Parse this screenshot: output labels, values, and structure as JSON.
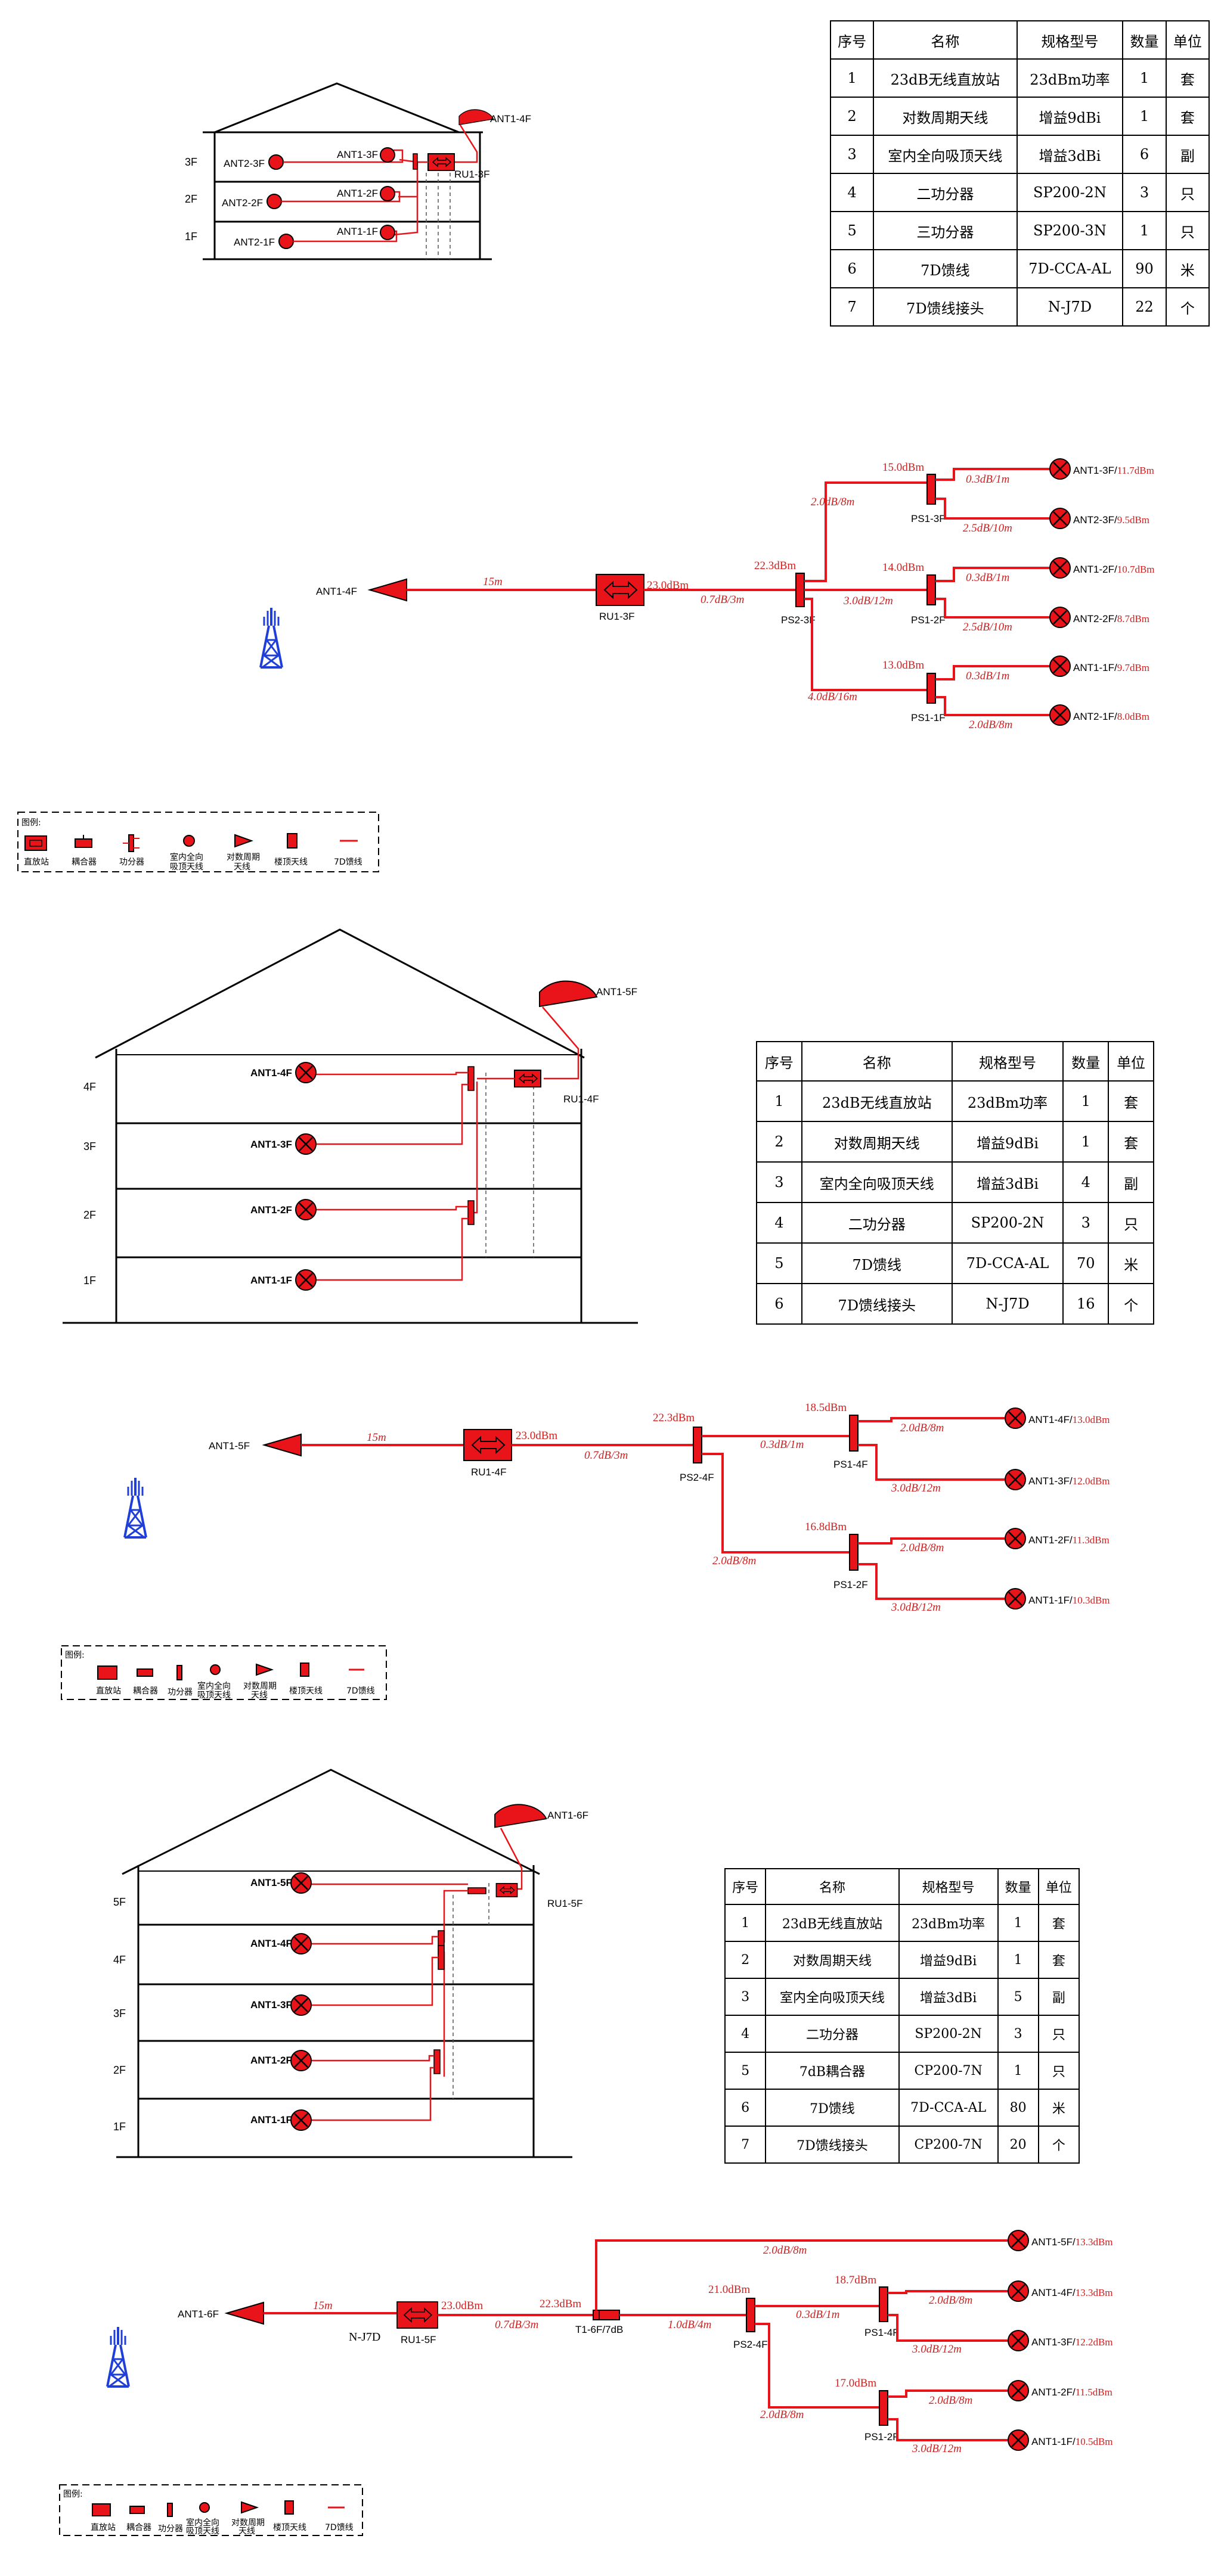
{
  "table_header": [
    "序号",
    "名称",
    "规格型号",
    "数量",
    "单位"
  ],
  "tables": [
    [
      [
        "1",
        "23dB无线直放站",
        "23dBm功率",
        "1",
        "套"
      ],
      [
        "2",
        "对数周期天线",
        "增益9dBi",
        "1",
        "套"
      ],
      [
        "3",
        "室内全向吸顶天线",
        "增益3dBi",
        "6",
        "副"
      ],
      [
        "4",
        "二功分器",
        "SP200-2N",
        "3",
        "只"
      ],
      [
        "5",
        "三功分器",
        "SP200-3N",
        "1",
        "只"
      ],
      [
        "6",
        "7D馈线",
        "7D-CCA-AL",
        "90",
        "米"
      ],
      [
        "7",
        "7D馈线接头",
        "N-J7D",
        "22",
        "个"
      ]
    ],
    [
      [
        "1",
        "23dB无线直放站",
        "23dBm功率",
        "1",
        "套"
      ],
      [
        "2",
        "对数周期天线",
        "增益9dBi",
        "1",
        "套"
      ],
      [
        "3",
        "室内全向吸顶天线",
        "增益3dBi",
        "4",
        "副"
      ],
      [
        "4",
        "二功分器",
        "SP200-2N",
        "3",
        "只"
      ],
      [
        "5",
        "7D馈线",
        "7D-CCA-AL",
        "70",
        "米"
      ],
      [
        "6",
        "7D馈线接头",
        "N-J7D",
        "16",
        "个"
      ]
    ],
    [
      [
        "1",
        "23dB无线直放站",
        "23dBm功率",
        "1",
        "套"
      ],
      [
        "2",
        "对数周期天线",
        "增益9dBi",
        "1",
        "套"
      ],
      [
        "3",
        "室内全向吸顶天线",
        "增益3dBi",
        "5",
        "副"
      ],
      [
        "4",
        "二功分器",
        "SP200-2N",
        "3",
        "只"
      ],
      [
        "5",
        "7dB耦合器",
        "CP200-7N",
        "1",
        "只"
      ],
      [
        "6",
        "7D馈线",
        "7D-CCA-AL",
        "80",
        "米"
      ],
      [
        "7",
        "7D馈线接头",
        "CP200-7N",
        "20",
        "个"
      ]
    ]
  ],
  "legend": {
    "title": "图例:",
    "items": [
      "直放站",
      "耦合器",
      "功分器",
      "室内全向",
      "吸顶天线",
      "对数周期",
      "天线",
      "楼顶天线",
      "7D馈线"
    ]
  },
  "floors": {
    "f1": "1F",
    "f2": "2F",
    "f3": "3F",
    "f4": "4F",
    "f5": "5F"
  },
  "d1": {
    "roof_ant": "ANT1-4F",
    "ru": "RU1-3F",
    "ant_3f_a": "ANT2-3F",
    "ant_3f_b": "ANT1-3F",
    "ant_2f_a": "ANT2-2F",
    "ant_2f_b": "ANT1-2F",
    "ant_1f_a": "ANT2-1F",
    "ant_1f_b": "ANT1-1F"
  },
  "s1": {
    "donor": "ANT1-4F",
    "cable1": "15m",
    "ru": "RU1-3F",
    "ru_out": "23.0dBm",
    "l_ru_ps": "0.7dB/3m",
    "ps_main": "PS2-3F",
    "ps_main_in": "22.3dBm",
    "l_up": "2.0dB/8m",
    "l_mid": "3.0dB/12m",
    "l_dn": "4.0dB/16m",
    "ps_3f": "PS1-3F",
    "in_3f": "15.0dBm",
    "ps_2f": "PS1-2F",
    "in_2f": "14.0dBm",
    "ps_1f": "PS1-1F",
    "in_1f": "13.0dBm",
    "b1_loss": "0.3dB/1m",
    "b1_ant": "ANT1-3F/",
    "b1_pw": "11.7dBm",
    "b2_loss": "2.5dB/10m",
    "b2_ant": "ANT2-3F/",
    "b2_pw": "9.5dBm",
    "b3_loss": "0.3dB/1m",
    "b3_ant": "ANT1-2F/",
    "b3_pw": "10.7dBm",
    "b4_loss": "2.5dB/10m",
    "b4_ant": "ANT2-2F/",
    "b4_pw": "8.7dBm",
    "b5_loss": "0.3dB/1m",
    "b5_ant": "ANT1-1F/",
    "b5_pw": "9.7dBm",
    "b6_loss": "2.0dB/8m",
    "b6_ant": "ANT2-1F/",
    "b6_pw": "8.0dBm"
  },
  "d2": {
    "roof_ant": "ANT1-5F",
    "ru": "RU1-4F",
    "a4": "ANT1-4F",
    "a3": "ANT1-3F",
    "a2": "ANT1-2F",
    "a1": "ANT1-1F"
  },
  "s2": {
    "donor": "ANT1-5F",
    "cable1": "15m",
    "ru": "RU1-4F",
    "ru_out": "23.0dBm",
    "l_ru_ps": "0.7dB/3m",
    "ps_main": "PS2-4F",
    "ps_main_in": "22.3dBm",
    "l_up": "0.3dB/1m",
    "l_dn": "2.0dB/8m",
    "ps_a": "PS1-4F",
    "in_a": "18.5dBm",
    "ps_b": "PS1-2F",
    "in_b": "16.8dBm",
    "b1_loss": "2.0dB/8m",
    "b1_ant": "ANT1-4F/",
    "b1_pw": "13.0dBm",
    "b2_loss": "3.0dB/12m",
    "b2_ant": "ANT1-3F/",
    "b2_pw": "12.0dBm",
    "b3_loss": "2.0dB/8m",
    "b3_ant": "ANT1-2F/",
    "b3_pw": "11.3dBm",
    "b4_loss": "3.0dB/12m",
    "b4_ant": "ANT1-1F/",
    "b4_pw": "10.3dBm"
  },
  "d3": {
    "roof_ant": "ANT1-6F",
    "ru": "RU1-5F",
    "a5": "ANT1-5F",
    "a4": "ANT1-4F",
    "a3": "ANT1-3F",
    "a2": "ANT1-2F",
    "a1": "ANT1-1F"
  },
  "s3": {
    "donor": "ANT1-6F",
    "cable1": "15m",
    "conn": "N-J7D",
    "ru": "RU1-5F",
    "ru_out": "23.0dBm",
    "l_ru_t": "0.7dB/3m",
    "t_in": "22.3dBm",
    "coupler": "T1-6F/7dB",
    "l_top": "2.0dB/8m",
    "l_t_ps": "1.0dB/4m",
    "ps_main": "PS2-4F",
    "ps_main_in": "21.0dBm",
    "l_up": "0.3dB/1m",
    "l_dn": "2.0dB/8m",
    "ps_a": "PS1-4F",
    "in_a": "18.7dBm",
    "ps_b": "PS1-2F",
    "in_b": "17.0dBm",
    "b0_ant": "ANT1-5F/",
    "b0_pw": "13.3dBm",
    "b1_loss": "2.0dB/8m",
    "b1_ant": "ANT1-4F/",
    "b1_pw": "13.3dBm",
    "b2_loss": "3.0dB/12m",
    "b2_ant": "ANT1-3F/",
    "b2_pw": "12.2dBm",
    "b3_loss": "2.0dB/8m",
    "b3_ant": "ANT1-2F/",
    "b3_pw": "11.5dBm",
    "b4_loss": "3.0dB/12m",
    "b4_ant": "ANT1-1F/",
    "b4_pw": "10.5dBm"
  }
}
